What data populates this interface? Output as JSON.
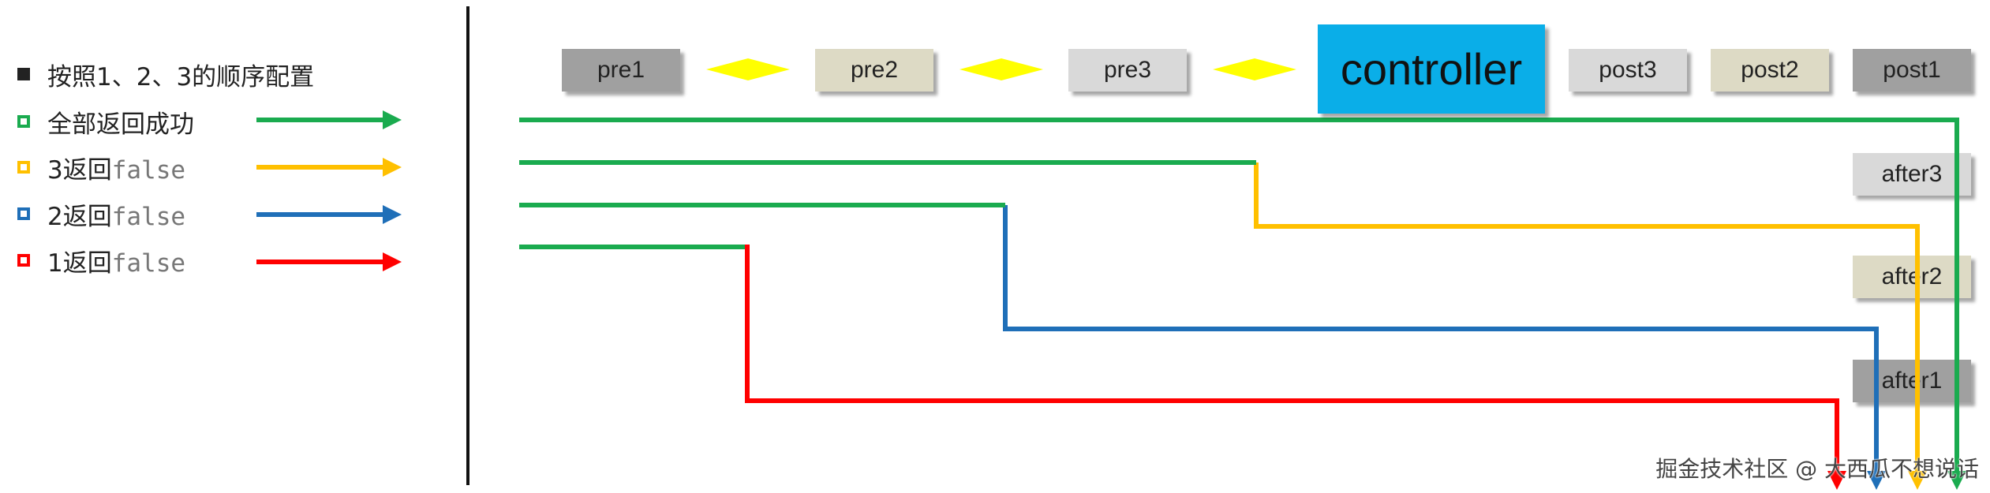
{
  "legend": {
    "items": [
      {
        "marker": "filled",
        "prefix": "按照1、2、3的顺序配置",
        "suffix": "",
        "color": "#222222",
        "arrow": false
      },
      {
        "marker": "hollow",
        "prefix": "全部返回成功",
        "suffix": "",
        "color": "#1aab4f",
        "arrow": true
      },
      {
        "marker": "hollow",
        "prefix": "3返回",
        "suffix": "false",
        "color": "#ffc000",
        "arrow": true
      },
      {
        "marker": "hollow",
        "prefix": "2返回",
        "suffix": "false",
        "color": "#1f6fb8",
        "arrow": true
      },
      {
        "marker": "hollow",
        "prefix": "1返回",
        "suffix": "false",
        "color": "#ff0000",
        "arrow": true
      }
    ]
  },
  "nodes": {
    "pre1": "pre1",
    "pre2": "pre2",
    "pre3": "pre3",
    "controller": "controller",
    "post3": "post3",
    "post2": "post2",
    "post1": "post1",
    "after3": "after3",
    "after2": "after2",
    "after1": "after1"
  },
  "colors": {
    "dark_gray": "#a0a0a0",
    "beige": "#dddac5",
    "light_gray": "#d9d9d9",
    "controller_blue": "#0aaee8",
    "diamond_yellow": "#ffff00"
  },
  "watermark": "掘金技术社区 @ 大西瓜不想说话"
}
